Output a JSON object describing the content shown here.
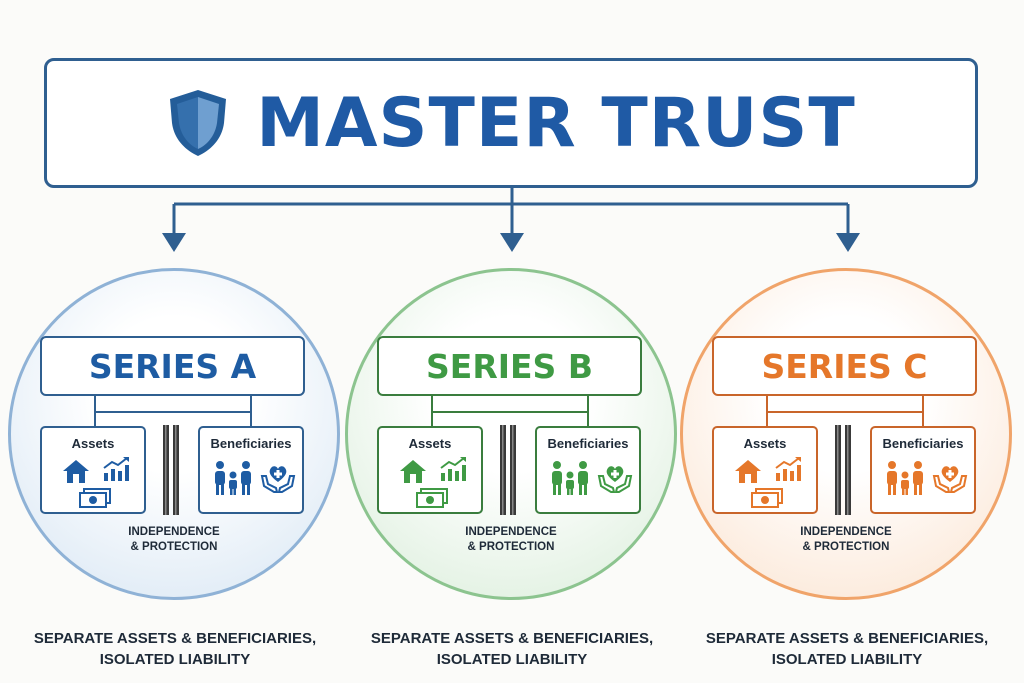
{
  "title": "MASTER TRUST",
  "colors": {
    "master_border": "#2f5f90",
    "master_title": "#1f5aa5",
    "series_a": "#1e5ca3",
    "series_b": "#3f9a44",
    "series_c": "#e5772a"
  },
  "icons": {
    "master": "shield-icon",
    "assets": [
      "house-icon",
      "growth-chart-icon",
      "cash-icon"
    ],
    "beneficiaries": [
      "family-icon",
      "heart-hands-icon"
    ],
    "divider": "separation-bars-icon",
    "arrows": "arrow-down-icon"
  },
  "series": [
    {
      "name": "SERIES A",
      "assets_label": "Assets",
      "beneficiaries_label": "Beneficiaries",
      "independence_line1": "INDEPENDENCE",
      "independence_line2": "& PROTECTION",
      "caption_line1": "SEPARATE ASSETS & BENEFICIARIES,",
      "caption_line2": "ISOLATED LIABILITY"
    },
    {
      "name": "SERIES B",
      "assets_label": "Assets",
      "beneficiaries_label": "Beneficiaries",
      "independence_line1": "INDEPENDENCE",
      "independence_line2": "& PROTECTION",
      "caption_line1": "SEPARATE ASSETS & BENEFICIARIES,",
      "caption_line2": "ISOLATED LIABILITY"
    },
    {
      "name": "SERIES C",
      "assets_label": "Assets",
      "beneficiaries_label": "Beneficiaries",
      "independence_line1": "INDEPENDENCE",
      "independence_line2": "& PROTECTION",
      "caption_line1": "SEPARATE ASSETS & BENEFICIARIES,",
      "caption_line2": "ISOLATED LIABILITY"
    }
  ]
}
